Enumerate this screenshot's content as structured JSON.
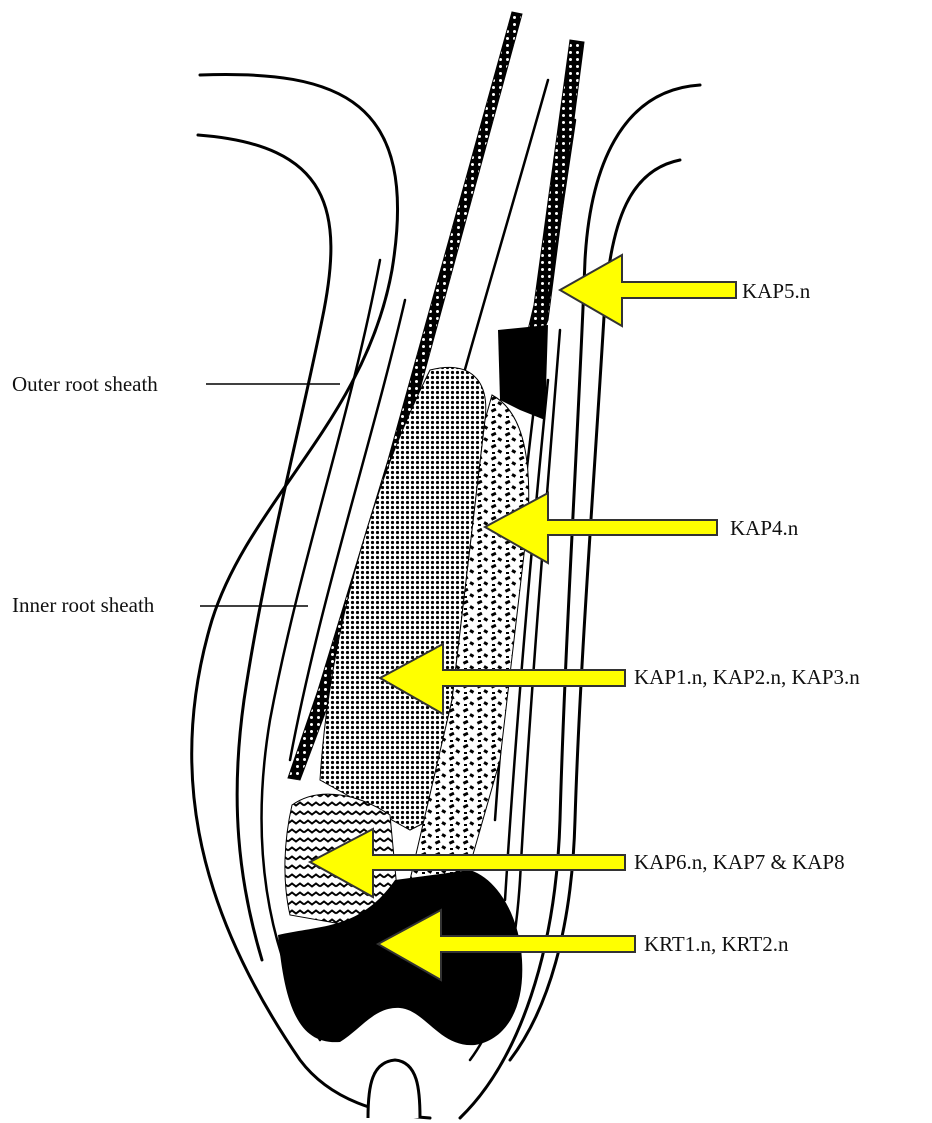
{
  "labels": {
    "outer_root_sheath": "Outer root sheath",
    "inner_root_sheath": "Inner root sheath"
  },
  "arrows": [
    {
      "id": "kap5",
      "text": "KAP5.n"
    },
    {
      "id": "kap4",
      "text": "KAP4.n"
    },
    {
      "id": "kap1-3",
      "text": "KAP1.n, KAP2.n, KAP3.n"
    },
    {
      "id": "kap6-8",
      "text": "KAP6.n, KAP7 & KAP8"
    },
    {
      "id": "krt",
      "text": "KRT1.n, KRT2.n"
    }
  ],
  "colors": {
    "arrow_fill": "#ffff00",
    "line": "#000000",
    "background": "#ffffff"
  }
}
